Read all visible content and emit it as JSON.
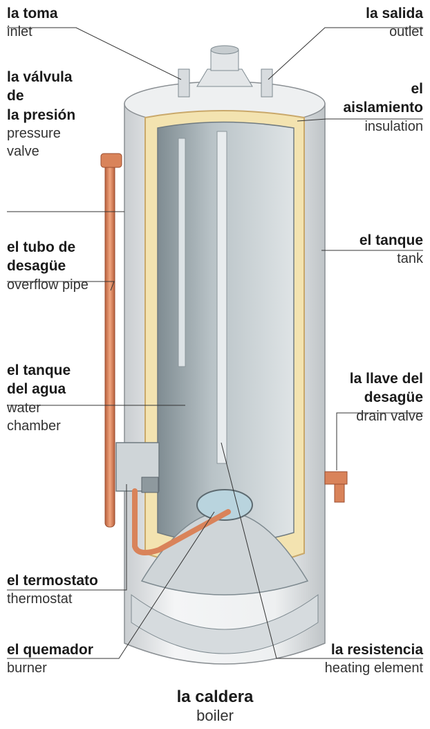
{
  "title": {
    "es": "la caldera",
    "en": "boiler"
  },
  "labels": {
    "inlet": {
      "es": "la toma",
      "en": "inlet"
    },
    "outlet": {
      "es": "la salida",
      "en": "outlet"
    },
    "pressure_valve": {
      "es_1": "la válvula",
      "es_2": "de",
      "es_3": "la presión",
      "en_1": "pressure",
      "en_2": "valve"
    },
    "insulation": {
      "es_1": "el",
      "es_2": "aislamiento",
      "en": "insulation"
    },
    "overflow_pipe": {
      "es_1": "el tubo de",
      "es_2": "desagüe",
      "en": "overflow pipe"
    },
    "tank": {
      "es": "el tanque",
      "en": "tank"
    },
    "water_chamber": {
      "es_1": "el tanque",
      "es_2": "del agua",
      "en_1": "water",
      "en_2": "chamber"
    },
    "drain_valve": {
      "es_1": "la llave del",
      "es_2": "desagüe",
      "en": "drain valve"
    },
    "thermostat": {
      "es": "el termostato",
      "en": "thermostat"
    },
    "burner": {
      "es": "el quemador",
      "en": "burner"
    },
    "heating_element": {
      "es": "la resistencia",
      "en": "heating element"
    }
  },
  "colors": {
    "tank": "#e6e8ea",
    "interior": "#aab4b8",
    "insulation": "#f3e3b0",
    "pipe": "#d9835a"
  }
}
